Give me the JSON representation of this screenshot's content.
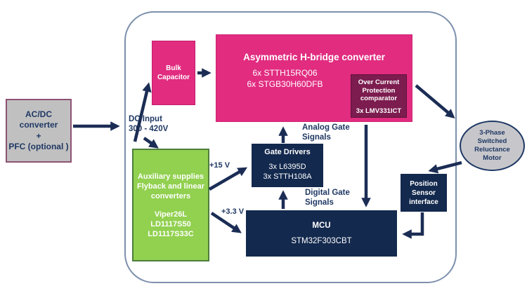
{
  "palette": {
    "navy_text": "#1f3864",
    "arrow_navy": "#1b2d55",
    "magenta": "#e12c80",
    "dark_magenta": "#7c1c4f",
    "green": "#92d050",
    "green_border": "#4e7e3c",
    "gray_fill": "#c0c0c0",
    "gray_border": "#8e5273",
    "frame_border": "#7d90ad",
    "dark_navy_block": "#13294e",
    "motor_fill": "#c7c7cb"
  },
  "blocks": {
    "acdc": {
      "text": "AC/DC\nconverter\n+\nPFC (optional )"
    },
    "bulk_capacitor": {
      "text": "Bulk\nCapacitor"
    },
    "hbridge": {
      "title": "Asymmetric H-bridge converter",
      "parts": "6x STTH15RQ06\n6x STGB30H60DFB"
    },
    "ocp": {
      "title": "Over Current\nProtection\ncomparator",
      "parts": "3x LMV331ICT"
    },
    "aux": {
      "title": "Auxiliary supplies\nFlyback and linear\nconverters",
      "parts": "Viper26L\nLD1117S50\nLD1117S33C"
    },
    "gate_drivers": {
      "title": "Gate Drivers",
      "parts": "3x L6395D\n3x STTH108A"
    },
    "mcu": {
      "title": "MCU",
      "parts": "STM32F303CBT"
    },
    "position_sensor": {
      "text": "Position\nSensor\ninterface"
    },
    "motor": {
      "text": "3-Phase\nSwitched\nReluctance\nMotor"
    }
  },
  "labels": {
    "dc_input": "DC Input\n300 - 420V",
    "analog_gate": "Analog Gate\nSignals",
    "digital_gate": "Digital Gate\nSignals",
    "rail_15v": "+15 V",
    "rail_3v3": "+3.3 V"
  }
}
